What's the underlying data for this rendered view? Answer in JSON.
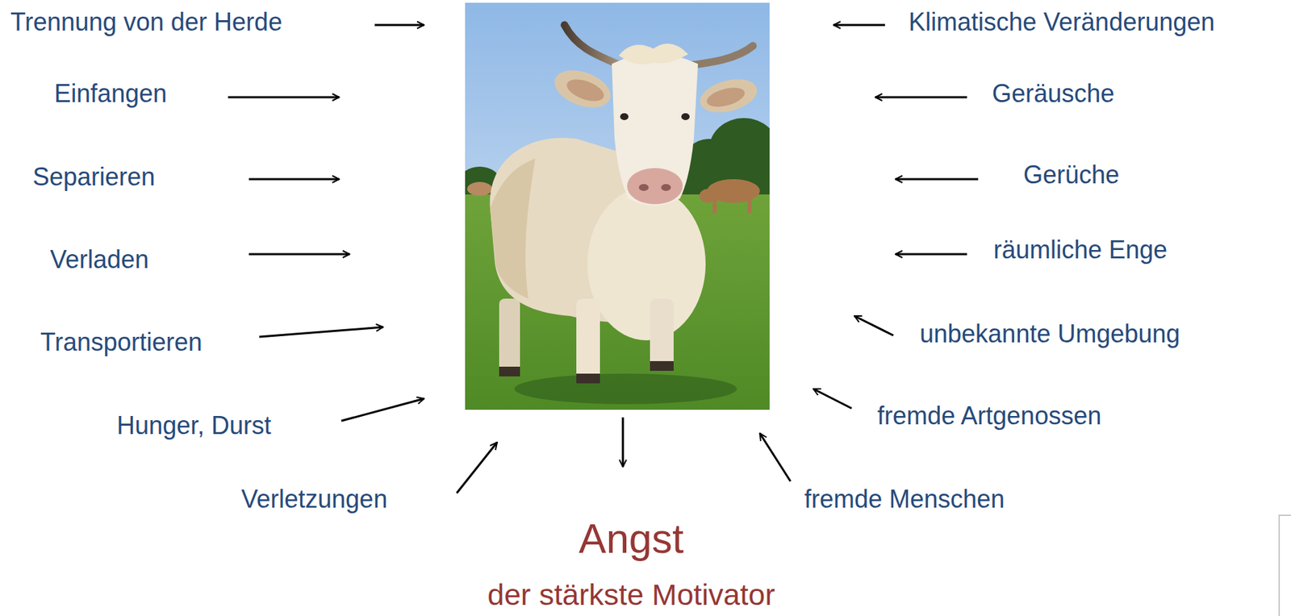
{
  "diagram": {
    "labels": [
      "Trennung von der Herde",
      "Klimatische Veränderungen",
      "Einfangen",
      "Geräusche",
      "Separieren",
      "Gerüche",
      "Verladen",
      "räumliche Enge",
      "Transportieren",
      "unbekannte Umgebung",
      "Hunger, Durst",
      "fremde Artgenossen",
      "Verletzungen",
      "fremde Menschen",
      "Angst",
      "der stärkste Motivator"
    ]
  }
}
